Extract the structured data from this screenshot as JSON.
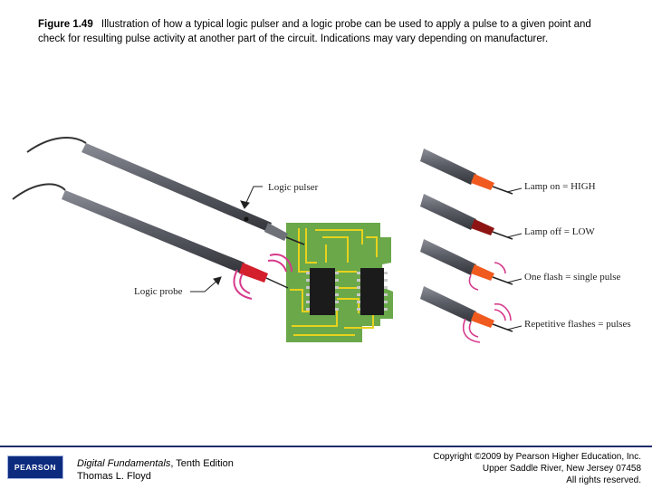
{
  "caption": {
    "figure_number": "Figure 1.49",
    "text": "Illustration of how a typical logic pulser and a logic probe can be used to apply a pulse to a given point and check for resulting pulse activity at another part of the circuit. Indications may vary depending on manufacturer."
  },
  "diagram": {
    "labels": {
      "logic_pulser": "Logic pulser",
      "logic_probe": "Logic probe"
    },
    "lamp_states": [
      {
        "label": "Lamp on = HIGH",
        "tip_color": "#f05a1e"
      },
      {
        "label": "Lamp off = LOW",
        "tip_color": "#8e1414"
      },
      {
        "label": "One flash = single pulse",
        "tip_color": "#f05a1e"
      },
      {
        "label": "Repetitive flashes = pulses",
        "tip_color": "#f05a1e"
      }
    ],
    "colors": {
      "board_green": "#6aa84a",
      "trace_yellow": "#e8d21c",
      "probe_body": "#5b5e66",
      "pulse_ring": "#d63a8c",
      "probe_red": "#d41f2c"
    }
  },
  "footer": {
    "logo": "PEARSON",
    "book_title": "Digital Fundamentals",
    "edition": ", Tenth Edition",
    "author": "Thomas L. Floyd",
    "copyright_lines": [
      "Copyright ©2009 by Pearson Higher Education, Inc.",
      "Upper Saddle River, New Jersey 07458",
      "All rights reserved."
    ]
  }
}
